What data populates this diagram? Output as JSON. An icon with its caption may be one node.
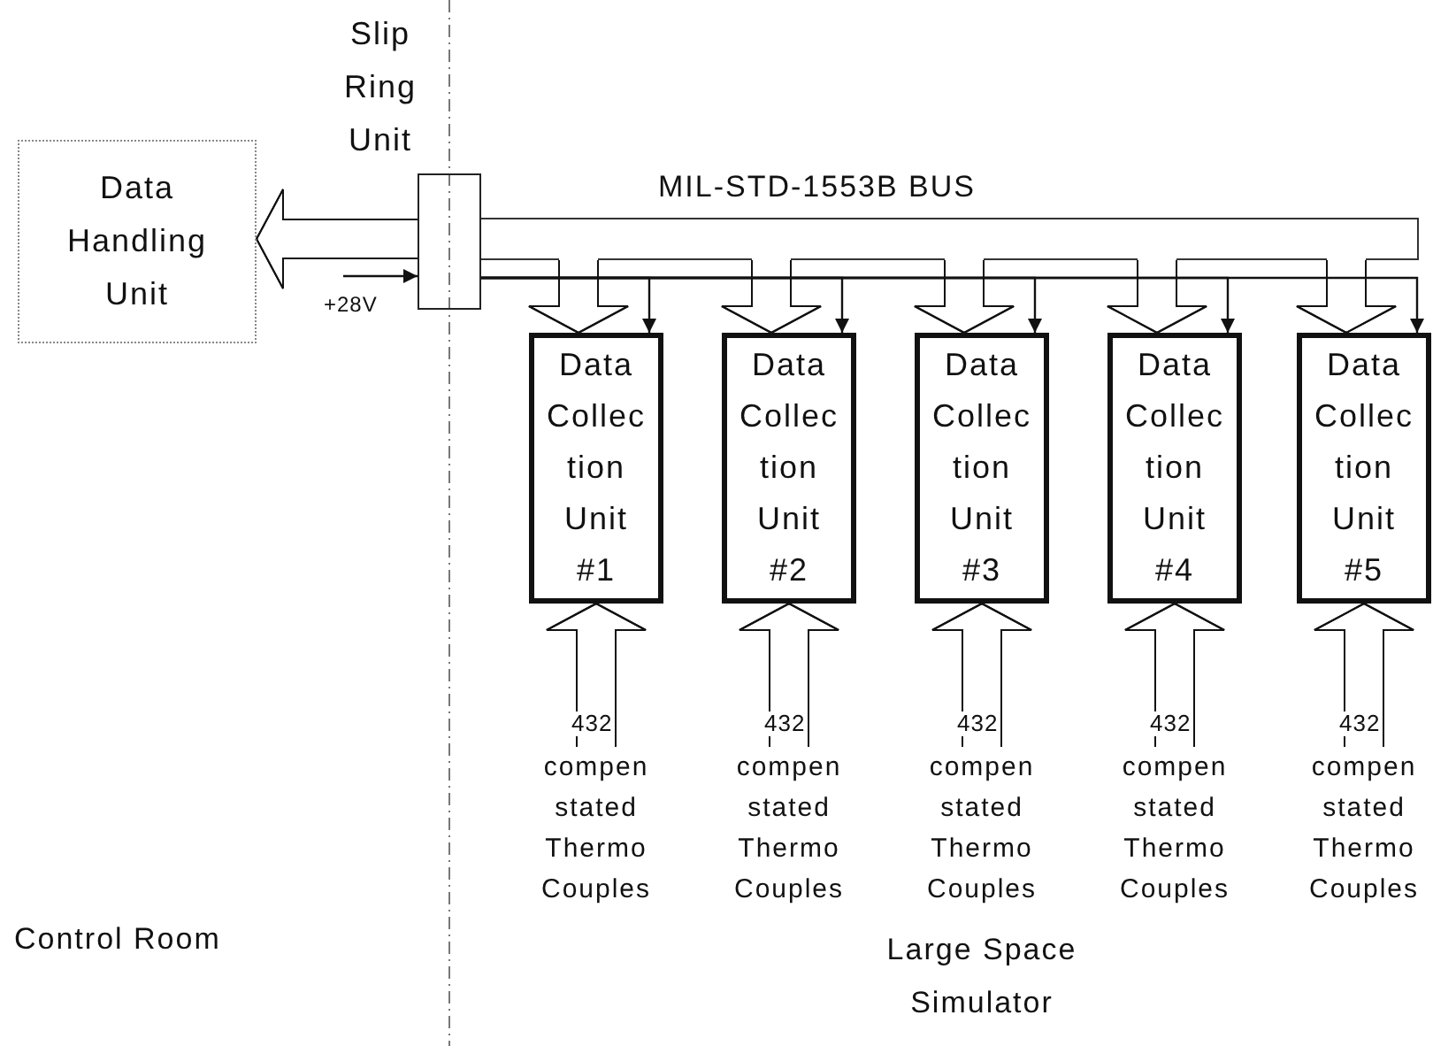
{
  "diagram": {
    "nodes": [
      {
        "text": [
          "Data Handling Unit"
        ]
      },
      {
        "text": [
          "Slip Ring Unit"
        ]
      },
      {
        "text": [
          "MIL-STD-1553B BUS"
        ]
      },
      {
        "text": [
          "Data Collec tion Unit #1"
        ]
      },
      {
        "text": [
          "Data Collec tion Unit #2"
        ]
      },
      {
        "text": [
          "Data Collec tion Unit #3"
        ]
      },
      {
        "text": [
          "Data Collec tion Unit #4"
        ]
      },
      {
        "text": [
          "Data Collec tion Unit #5"
        ]
      },
      {
        "text": [
          "compen stated Thermo Couples"
        ]
      },
      {
        "text": [
          "compen stated Thermo Couples"
        ]
      },
      {
        "text": [
          "compen stated Thermo Couples"
        ]
      },
      {
        "text": [
          "compen stated Thermo Couples"
        ]
      },
      {
        "text": [
          "compen stated Thermo Couples"
        ]
      }
    ],
    "edges": [
      {
        "from": 1,
        "to": 0,
        "arrow": "to"
      },
      {
        "from": null,
        "to": 1,
        "arrow": "to",
        "label": "+28V"
      },
      {
        "from": 2,
        "to": 3,
        "arrow": "to"
      },
      {
        "from": 2,
        "to": 4,
        "arrow": "to"
      },
      {
        "from": 2,
        "to": 5,
        "arrow": "to"
      },
      {
        "from": 2,
        "to": 6,
        "arrow": "to"
      },
      {
        "from": 2,
        "to": 7,
        "arrow": "to"
      },
      {
        "from": 1,
        "to": 3,
        "arrow": "to"
      },
      {
        "from": 1,
        "to": 4,
        "arrow": "to"
      },
      {
        "from": 1,
        "to": 5,
        "arrow": "to"
      },
      {
        "from": 1,
        "to": 6,
        "arrow": "to"
      },
      {
        "from": 1,
        "to": 7,
        "arrow": "to"
      },
      {
        "from": 8,
        "to": 3,
        "arrow": "to",
        "label": "432"
      },
      {
        "from": 9,
        "to": 4,
        "arrow": "to",
        "label": "432"
      },
      {
        "from": 10,
        "to": 5,
        "arrow": "to",
        "label": "432"
      },
      {
        "from": 11,
        "to": 6,
        "arrow": "to",
        "label": "432"
      },
      {
        "from": 12,
        "to": 7,
        "arrow": "to",
        "label": "432"
      }
    ],
    "labels": [
      "Control Room",
      "Large Space Simulator"
    ]
  }
}
